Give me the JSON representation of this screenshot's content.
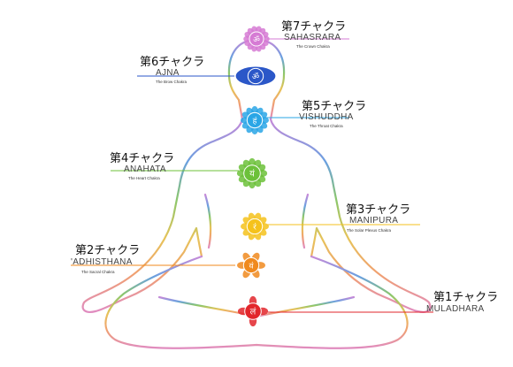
{
  "chakras": [
    {
      "key": "c7",
      "jp": "第7チャクラ",
      "en": "SAHASRARA",
      "sub": "The Crown Chakra",
      "color": "#d67bd4",
      "glyph": "ॐ"
    },
    {
      "key": "c6",
      "jp": "第6チャクラ",
      "en": "AJNA",
      "sub": "The Brow Chakra",
      "color": "#2b57c8",
      "glyph": "ॐ"
    },
    {
      "key": "c5",
      "jp": "第5チャクラ",
      "en": "VISHUDDHA",
      "sub": "The Throat Chakra",
      "color": "#2aa6e6",
      "glyph": "हं"
    },
    {
      "key": "c4",
      "jp": "第4チャクラ",
      "en": "ANAHATA",
      "sub": "The Heart Chakra",
      "color": "#6cc13a",
      "glyph": "यं"
    },
    {
      "key": "c3",
      "jp": "第3チャクラ",
      "en": "MANIPURA",
      "sub": "The Solar Plexus Chakra",
      "color": "#f5c21c",
      "glyph": "रं"
    },
    {
      "key": "c2",
      "jp": "第2チャクラ",
      "en": "'ADHISTHANA",
      "sub": "The Sacral Chakra",
      "color": "#f08a1e",
      "glyph": "वं"
    },
    {
      "key": "c1",
      "jp": "第1チャクラ",
      "en": "MULADHARA",
      "sub": "",
      "color": "#e2262b",
      "glyph": "लं"
    }
  ]
}
